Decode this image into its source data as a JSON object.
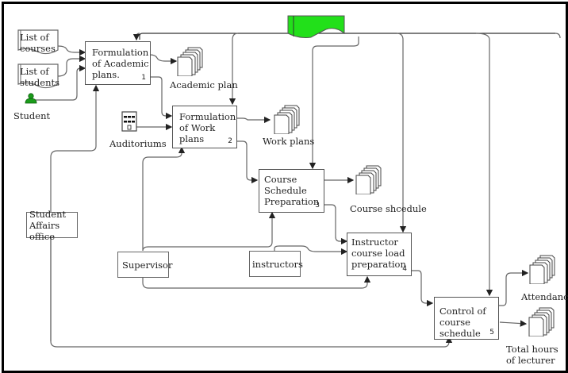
{
  "diagram": {
    "type": "IDEF0 process diagram",
    "processes": [
      {
        "id": "1",
        "label": "Formulation\nof Academic\nplans.",
        "number": "1"
      },
      {
        "id": "2",
        "label": "Formulation\nof Work plans",
        "number": "2"
      },
      {
        "id": "3",
        "label": "Course\nSchedule\nPreparation",
        "number": "3"
      },
      {
        "id": "4",
        "label": "Instructor\ncourse load\npreparation",
        "number": "4"
      },
      {
        "id": "5",
        "label": "Control of\ncourse schedule",
        "number": "5"
      }
    ],
    "inputs": [
      {
        "label": "List of\ncourses"
      },
      {
        "label": "List of\nstudents"
      }
    ],
    "actors": {
      "student": "Student",
      "auditoriums": "Auditoriums",
      "student_affairs": "Student\nAffairs office",
      "supervisor": "Supervisor",
      "instructors": "instructors"
    },
    "outputs": {
      "academic_plan": "Academic plan",
      "work_plans": "Work plans",
      "course_schedule": "Course shcedule",
      "attendance": "Attendance",
      "total_hours": "Total hours\nof lecturer"
    },
    "colors": {
      "control_doc": "#22e01a",
      "student_icon": "#1a9c1a",
      "line": "#555555"
    }
  }
}
